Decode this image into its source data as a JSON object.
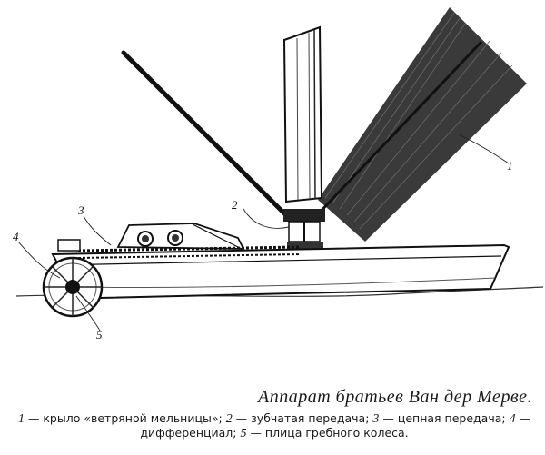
{
  "figure": {
    "callouts": [
      {
        "id": "1",
        "text": "1"
      },
      {
        "id": "2",
        "text": "2"
      },
      {
        "id": "3",
        "text": "3"
      },
      {
        "id": "4",
        "text": "4"
      },
      {
        "id": "5",
        "text": "5"
      }
    ]
  },
  "caption": {
    "title": "Аппарат братьев Ван дер Мерве.",
    "legend": [
      {
        "num": "1",
        "text": " — крыло «ветряной мельницы»; "
      },
      {
        "num": "2",
        "text": " — зубчатая передача; "
      },
      {
        "num": "3",
        "text": " — цепная передача; "
      },
      {
        "num": "4",
        "text": " — дифференциал; "
      },
      {
        "num": "5",
        "text": " — плица гребного колеса."
      }
    ]
  }
}
